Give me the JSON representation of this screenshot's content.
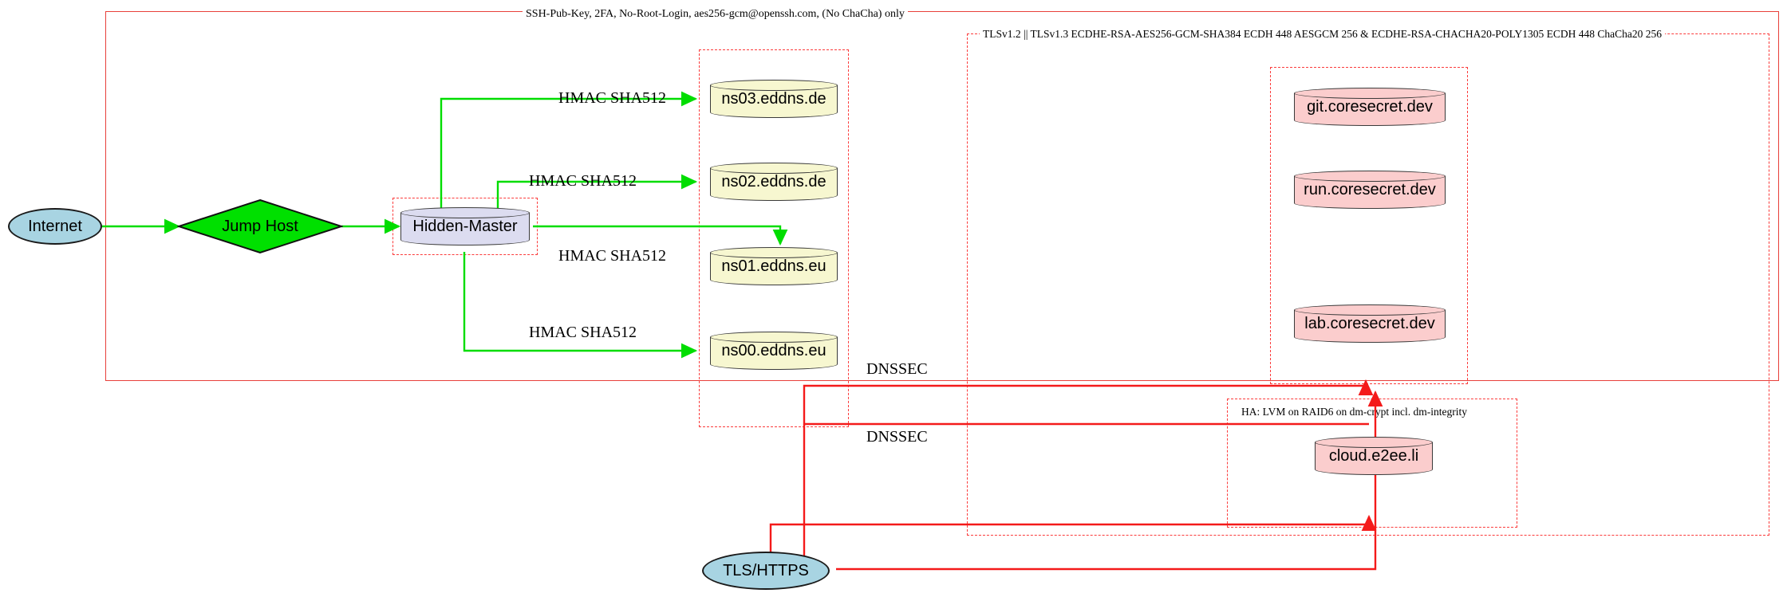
{
  "diagram": {
    "title": "Network security architecture diagram",
    "colors": {
      "security_boundary": "#e8403a",
      "dashed_boundary": "#fb3b3b",
      "ssh_edge": "#00dd00",
      "tls_edge": "#f41a1a",
      "internet_fill": "#a8d4e2",
      "jumphost_fill": "#00e000",
      "master_fill": "#dcdcf0",
      "dns_fill": "#f7f7d0",
      "service_fill": "#fbcdcd"
    }
  },
  "clusters": [
    {
      "id": "ssh_zone",
      "label": "SSH-Pub-Key, 2FA, No-Root-Login, aes256-gcm@openssh.com, (No ChaCha) only"
    },
    {
      "id": "tls_zone",
      "label": "TLSv1.2 || TLSv1.3 ECDHE-RSA-AES256-GCM-SHA384 ECDH 448 AESGCM 256 & ECDHE-RSA-CHACHA20-POLY1305 ECDH 448 ChaCha20 256"
    },
    {
      "id": "ha_zone",
      "label": "HA: LVM on RAID6 on dm-crypt incl. dm-integrity"
    },
    {
      "id": "dns_zone",
      "label": ""
    },
    {
      "id": "master_zone",
      "label": ""
    },
    {
      "id": "service_zone",
      "label": ""
    }
  ],
  "nodes": {
    "internet": {
      "label": "Internet",
      "shape": "ellipse"
    },
    "jump_host": {
      "label": "Jump Host",
      "shape": "diamond"
    },
    "hidden_master": {
      "label": "Hidden-Master",
      "shape": "cylinder"
    },
    "ns03": {
      "label": "ns03.eddns.de",
      "shape": "cylinder"
    },
    "ns02": {
      "label": "ns02.eddns.de",
      "shape": "cylinder"
    },
    "ns01": {
      "label": "ns01.eddns.eu",
      "shape": "cylinder"
    },
    "ns00": {
      "label": "ns00.eddns.eu",
      "shape": "cylinder"
    },
    "git": {
      "label": "git.coresecret.dev",
      "shape": "cylinder"
    },
    "run": {
      "label": "run.coresecret.dev",
      "shape": "cylinder"
    },
    "lab": {
      "label": "lab.coresecret.dev",
      "shape": "cylinder"
    },
    "cloud": {
      "label": "cloud.e2ee.li",
      "shape": "cylinder"
    },
    "tls_https": {
      "label": "TLS/HTTPS",
      "shape": "ellipse"
    }
  },
  "edge_labels": {
    "hmac_ns03": "HMAC SHA512",
    "hmac_ns02": "HMAC SHA512",
    "hmac_ns01": "HMAC SHA512",
    "hmac_ns00": "HMAC SHA512",
    "dnssec_upper": "DNSSEC",
    "dnssec_lower": "DNSSEC"
  }
}
